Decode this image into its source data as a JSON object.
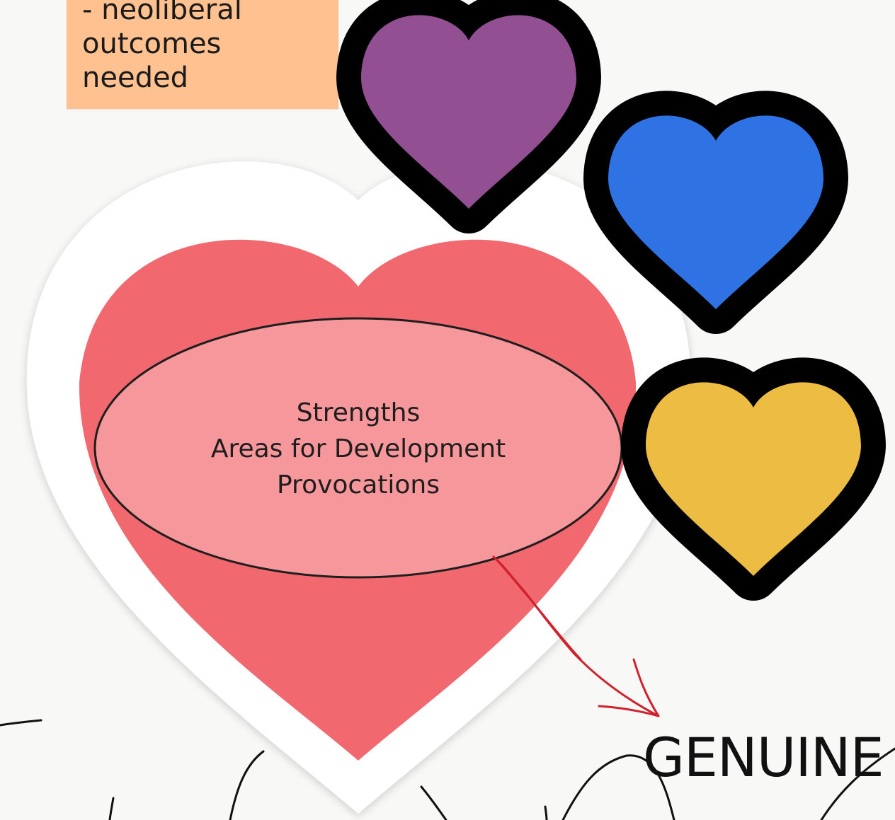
{
  "board": {
    "background_color": "#f8f8f6",
    "sticky_note": {
      "text": "- neoliberal\noutcomes\nneeded",
      "color": "#ffc18f"
    },
    "main_heart": {
      "color": "#f2686f",
      "outline_color": "#ffffff"
    },
    "ellipse": {
      "color": "#f6979b",
      "lines": [
        "Strengths",
        "Areas for Development",
        "Provocations"
      ]
    },
    "emoji_hearts": [
      {
        "name": "purple-heart-icon",
        "color": "#924f91"
      },
      {
        "name": "blue-heart-icon",
        "color": "#2f72e3"
      },
      {
        "name": "yellow-heart-icon",
        "color": "#edbc42"
      }
    ],
    "arrow_color": "#d0212c",
    "big_word": "GENUINE"
  }
}
